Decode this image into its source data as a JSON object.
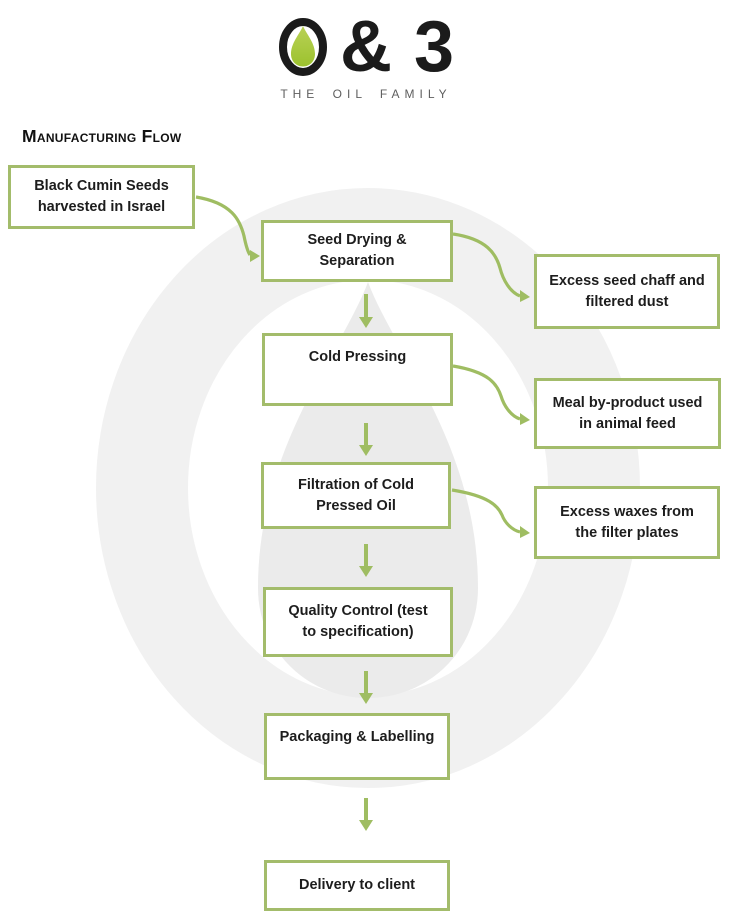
{
  "logo": {
    "brand_amp": "&",
    "brand_three": "3",
    "subtitle": "THE OIL FAMILY",
    "drop_color_top": "#b9d156",
    "drop_color_bottom": "#9cc22e"
  },
  "title": "Manufacturing Flow",
  "colors": {
    "accent_green_border": "#a3bc6b",
    "arrow_green": "#9fbd62",
    "watermark_ring_gray": "#f1f1f1",
    "watermark_drop_gray": "#ebebeb",
    "text": "#1d1d1d"
  },
  "flow": {
    "nodes": [
      {
        "id": "black-cumin-seeds",
        "label": "Black Cumin Seeds\nharvested in Israel"
      },
      {
        "id": "seed-drying",
        "label": "Seed Drying &\nSeparation"
      },
      {
        "id": "excess-chaff",
        "label": "Excess seed chaff and\nfiltered dust"
      },
      {
        "id": "cold-pressing",
        "label": "Cold Pressing"
      },
      {
        "id": "meal-byproduct",
        "label": "Meal by-product used\nin animal feed"
      },
      {
        "id": "filtration",
        "label": "Filtration of Cold\nPressed Oil"
      },
      {
        "id": "excess-waxes",
        "label": "Excess waxes from\nthe filter plates"
      },
      {
        "id": "quality-control",
        "label": "Quality Control (test\nto specification)"
      },
      {
        "id": "packaging",
        "label": "Packaging & Labelling"
      },
      {
        "id": "delivery",
        "label": "Delivery to client"
      }
    ]
  }
}
